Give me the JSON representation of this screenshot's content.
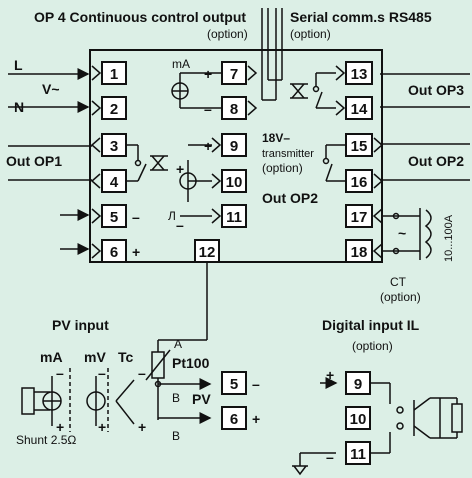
{
  "colors": {
    "background": "#dcefe6",
    "ink": "#111111",
    "terminal_fill": "#ffffff"
  },
  "header": {
    "op4_title": "OP 4 Continuous control output",
    "op4_option": "(option)",
    "serial_title": "Serial comm.s RS485",
    "serial_option": "(option)"
  },
  "terminals": {
    "t1": "1",
    "t2": "2",
    "t3": "3",
    "t4": "4",
    "t5": "5",
    "t6": "6",
    "t7": "7",
    "t8": "8",
    "t9": "9",
    "t10": "10",
    "t11": "11",
    "t12": "12",
    "t13": "13",
    "t14": "14",
    "t15": "15",
    "t16": "16",
    "t17": "17",
    "t18": "18"
  },
  "labels": {
    "l": "L",
    "n": "N",
    "v_ac": "V~",
    "out_op1": "Out OP1",
    "out_op2_right": "Out OP2",
    "out_op3": "Out OP3",
    "out_op2_inner": "Out OP2",
    "ma_top": "mA",
    "v18": "18V–",
    "transmitter": "transmitter",
    "option_mid": "(option)",
    "ct_range": "10...100A",
    "ct": "CT",
    "ct_option": "(option)",
    "tilde": "~"
  },
  "pv": {
    "title": "PV input",
    "ma": "mA",
    "mv": "mV",
    "tc": "Tc",
    "a": "A",
    "b1": "B",
    "b2": "B",
    "pt100": "Pt100",
    "pv": "PV",
    "t5": "5",
    "t6": "6",
    "shunt": "Shunt 2.5Ω"
  },
  "digital": {
    "title": "Digital input IL",
    "option": "(option)",
    "t9": "9",
    "t10": "10",
    "t11": "11"
  },
  "signs": {
    "plus": "+",
    "minus": "–",
    "pulse": "Л"
  }
}
